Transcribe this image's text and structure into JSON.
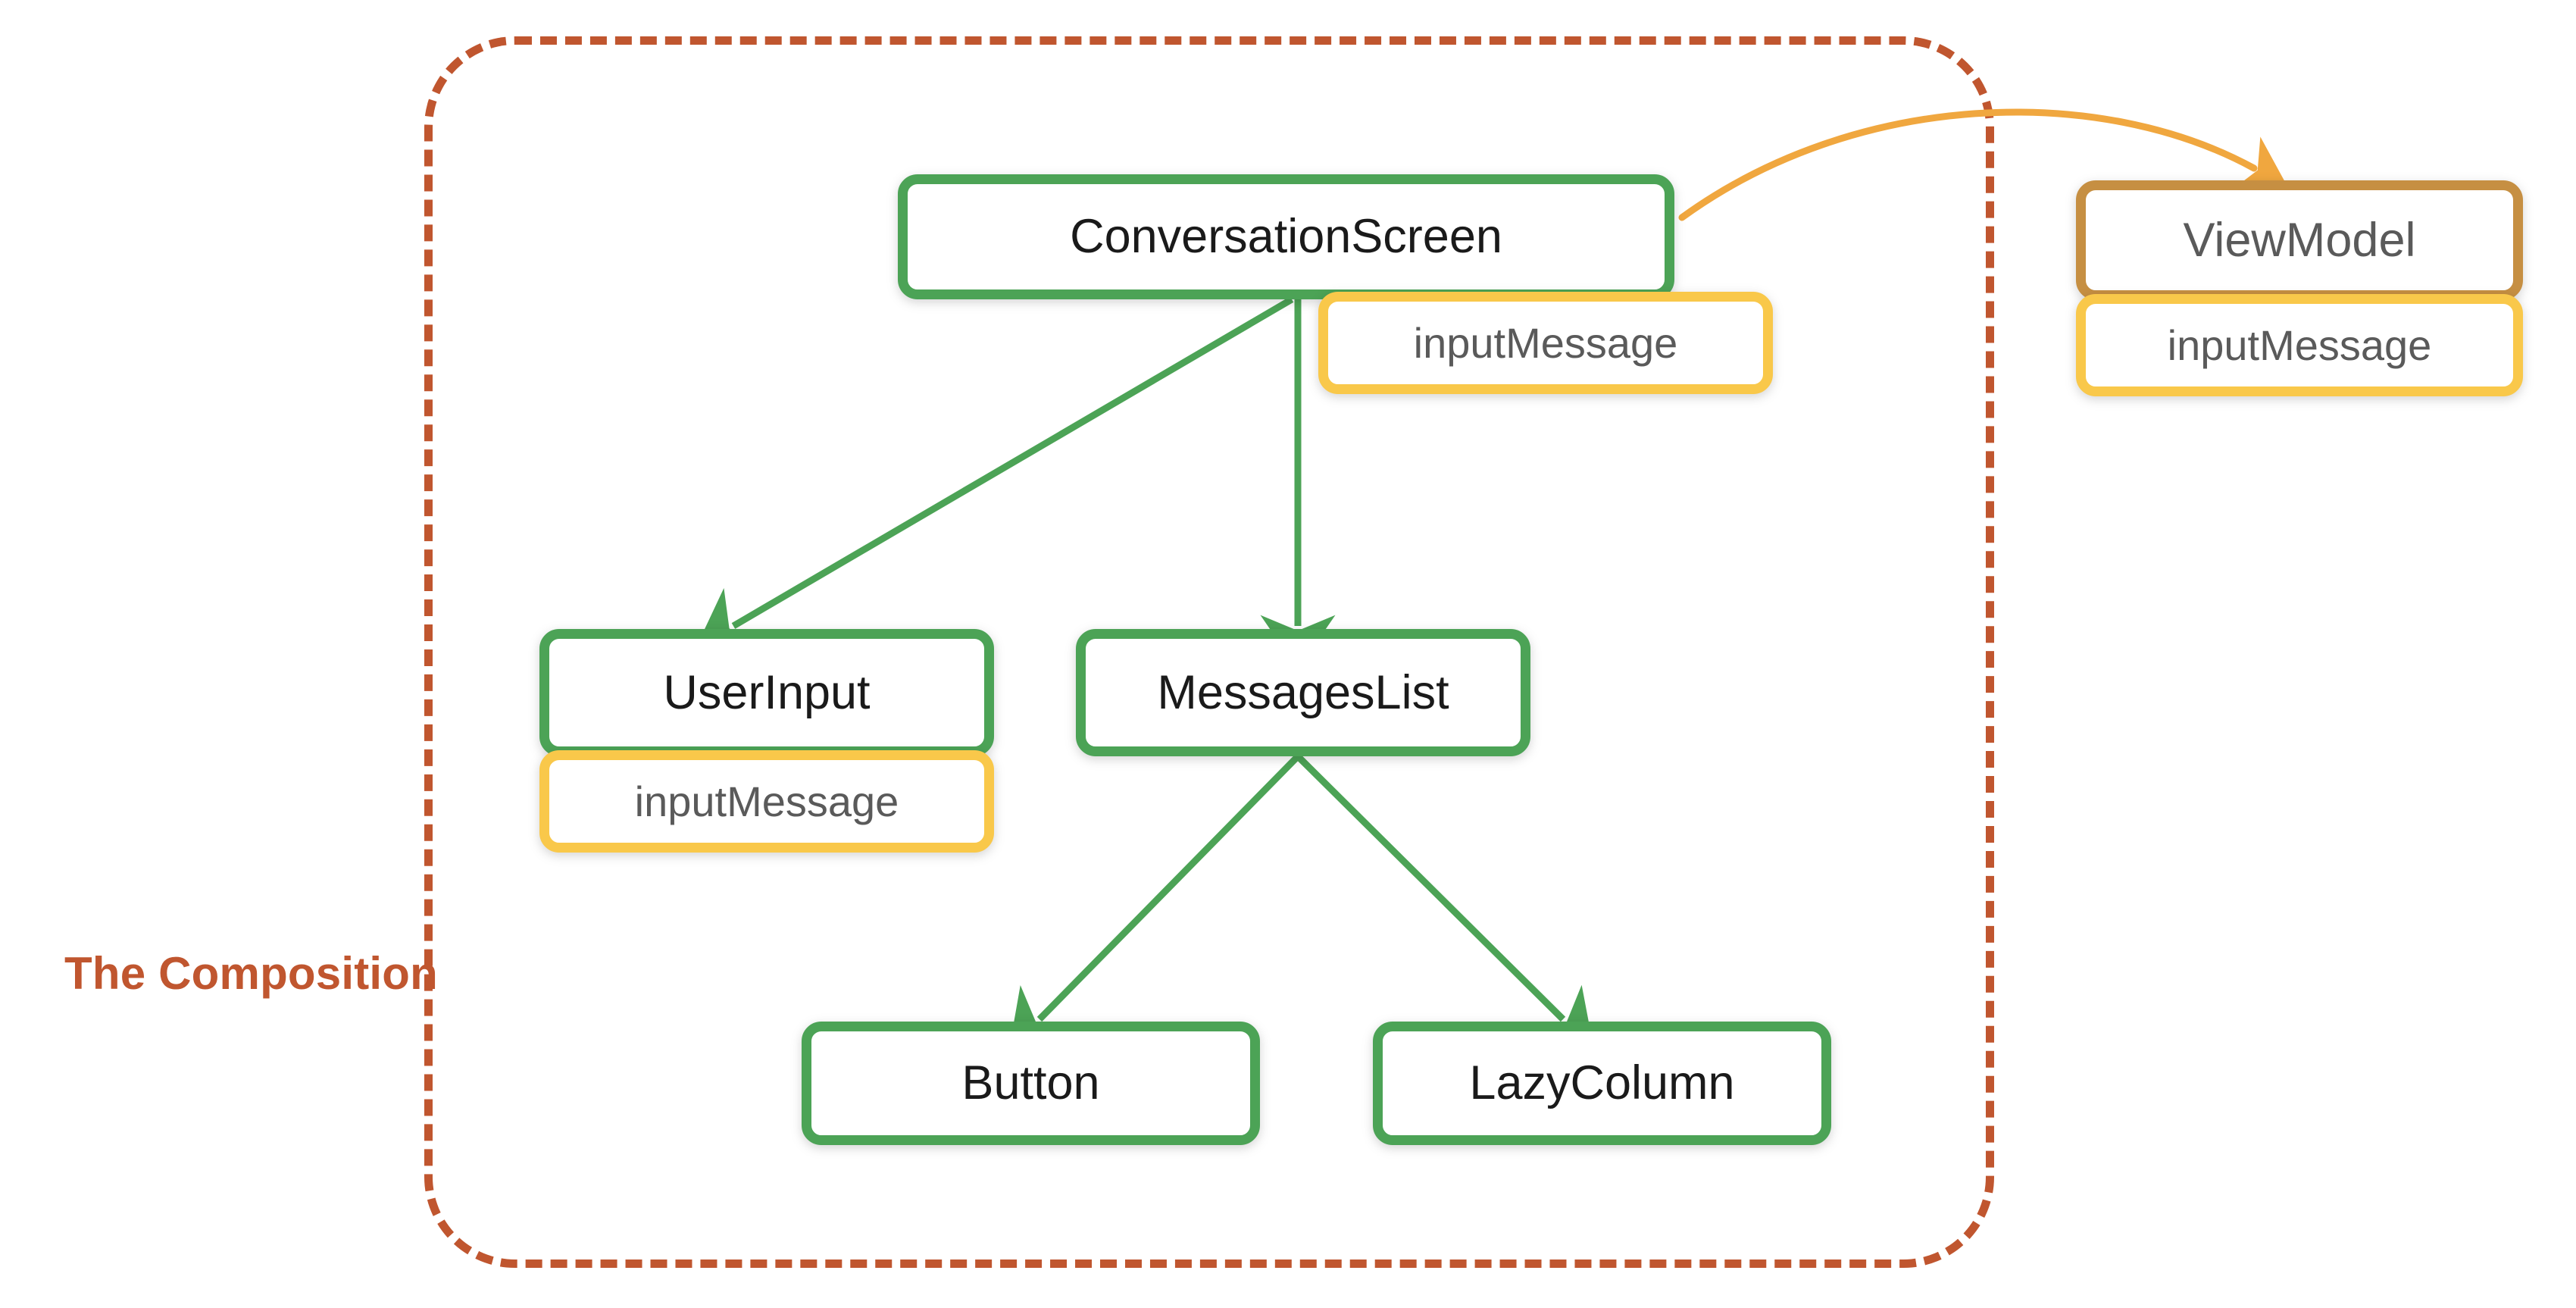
{
  "diagram": {
    "title": "Compose state hoisting composition tree",
    "background": "#ffffff",
    "boundary": {
      "label": "The Composition",
      "style": "dashed",
      "color": "#C0562F"
    },
    "colors": {
      "composable_border": "#4CA356",
      "state_border": "#F9C84A",
      "viewmodel_border": "#C68F42",
      "boundary": "#C0562F",
      "arrow_green": "#4CA356",
      "arrow_orange": "#F0A73F",
      "label_dark": "#1a1a1a",
      "label_gray": "#5a5a5a"
    },
    "nodes": [
      {
        "id": "conversation-screen",
        "label": "ConversationScreen",
        "kind": "composable"
      },
      {
        "id": "conversation-screen-state",
        "label": "inputMessage",
        "kind": "state"
      },
      {
        "id": "user-input",
        "label": "UserInput",
        "kind": "composable"
      },
      {
        "id": "user-input-state",
        "label": "inputMessage",
        "kind": "state"
      },
      {
        "id": "messages-list",
        "label": "MessagesList",
        "kind": "composable"
      },
      {
        "id": "button",
        "label": "Button",
        "kind": "composable"
      },
      {
        "id": "lazy-column",
        "label": "LazyColumn",
        "kind": "composable"
      },
      {
        "id": "view-model",
        "label": "ViewModel",
        "kind": "viewmodel"
      },
      {
        "id": "view-model-state",
        "label": "inputMessage",
        "kind": "state"
      }
    ],
    "edges": [
      {
        "from": "conversation-screen",
        "to": "user-input",
        "color": "#4CA356"
      },
      {
        "from": "conversation-screen",
        "to": "messages-list",
        "color": "#4CA356"
      },
      {
        "from": "messages-list",
        "to": "button",
        "color": "#4CA356"
      },
      {
        "from": "messages-list",
        "to": "lazy-column",
        "color": "#4CA356"
      },
      {
        "from": "conversation-screen",
        "to": "view-model",
        "color": "#F0A73F",
        "curved": true
      }
    ]
  }
}
